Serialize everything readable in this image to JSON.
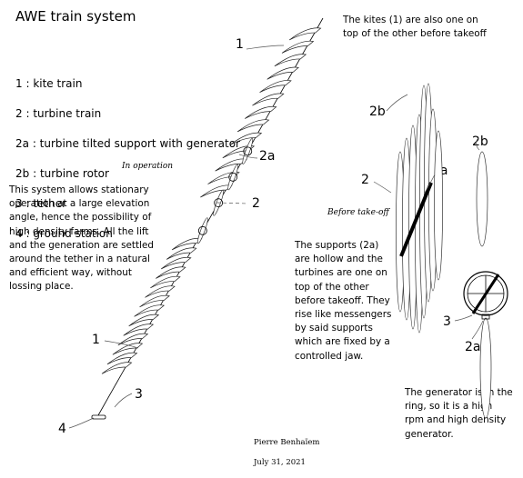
{
  "title": "AWE train system",
  "legend": [
    {
      "key": "1",
      "sep": " : ",
      "label": "kite train"
    },
    {
      "key": "2",
      "sep": " : ",
      "label": "turbine train"
    },
    {
      "key": "2a",
      "sep": " : ",
      "label": "turbine tilted support with generator"
    },
    {
      "key": "2b",
      "sep": " : ",
      "label": "turbine rotor"
    },
    {
      "key": "3",
      "sep": " : ",
      "label": "tether"
    },
    {
      "key": "4",
      "sep": " : ",
      "label": "ground station"
    }
  ],
  "captions": {
    "in_operation": "In operation",
    "before_takeoff": "Before take-off"
  },
  "paragraphs": {
    "operation": "This system allows stationary operation at a large elevation angle, hence the possibility of high density farms. All the lift and the generation are settled around the tether in a natural and efficient way, without lossing place.",
    "kites_stacked": "The kites (1) are also one on top of the other before takeoff",
    "supports": "The supports (2a) are hollow and the turbines are one on top of the other before takeoff. They rise like messengers by said supports which are fixed by a controlled jaw.",
    "generator": "The generator is in the ring, so it is a high rpm and high density generator."
  },
  "labels": {
    "kite_top": "1",
    "support_main": "2a",
    "turbine_main": "2",
    "kite_bottom": "1",
    "tether": "3",
    "ground_station": "4",
    "rotor_stack": "2b",
    "turbine_stack": "2",
    "support_stack": "2a",
    "rotor_single": "2b",
    "tether_single": "3",
    "support_single": "2a"
  },
  "author": {
    "name": "Pierre Benhaïem",
    "date": "July 31, 2021"
  }
}
